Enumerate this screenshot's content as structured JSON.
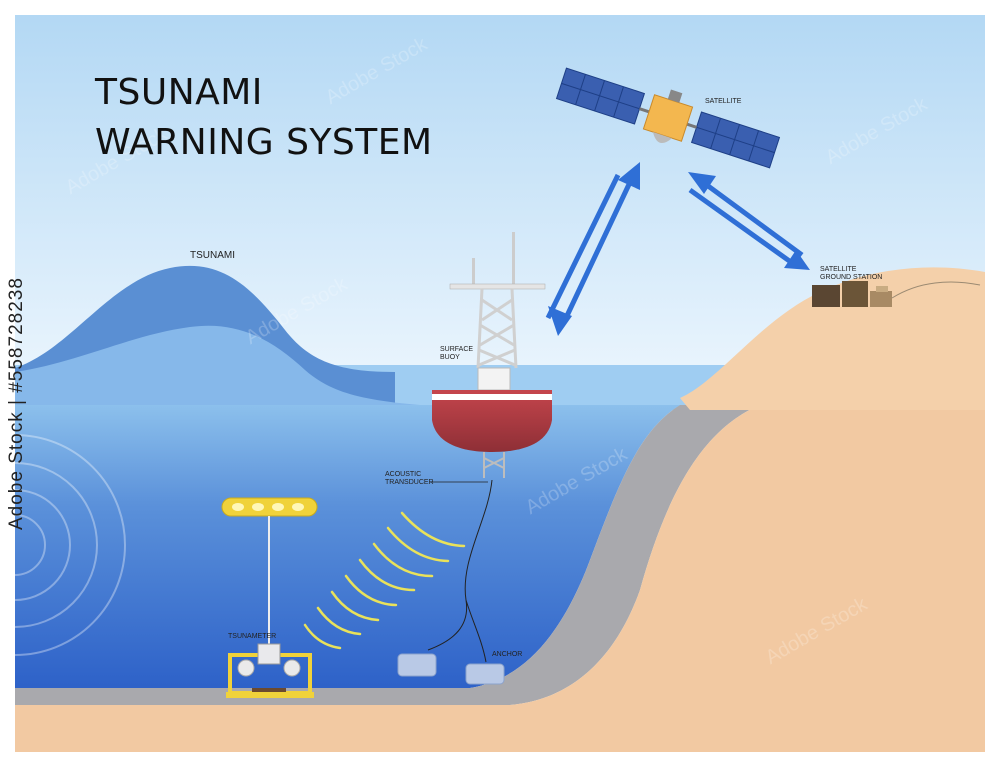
{
  "title": {
    "line1": "TSUNAMI",
    "line2": "WARNING SYSTEM"
  },
  "labels": {
    "tsunami": "TSUNAMI",
    "satellite": "SATELLITE",
    "ground_station_line1": "SATELLITE",
    "ground_station_line2": "GROUND STATION",
    "surface_buoy_line1": "SURFACE",
    "surface_buoy_line2": "BUOY",
    "acoustic_transducer_line1": "ACOUSTIC",
    "acoustic_transducer_line2": "TRANSDUCER",
    "tsunameter": "TSUNAMETER",
    "anchor": "ANCHOR"
  },
  "watermark": {
    "side_text": "Adobe Stock | #558728238",
    "repeat_text": "Adobe Stock"
  },
  "colors": {
    "sky_top": "#b9dcf5",
    "sky_bottom": "#e6f3fd",
    "ocean_top": "#8fc3ee",
    "ocean_deep": "#2f63c9",
    "tsunami_wave": "#4f86cc",
    "sand": "#f2c9a2",
    "seabed_grey": "#a9a9ad",
    "buoy_red": "#b8434a",
    "arrow_blue": "#2f6fd6",
    "tsunameter_yellow": "#f0d23a"
  }
}
